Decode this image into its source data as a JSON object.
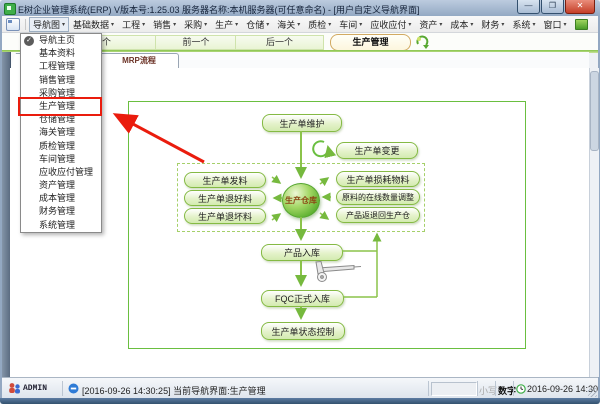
{
  "window": {
    "title": "E树企业管理系统(ERP) V版本号:1.25.03 服务器名称:本机服务器(可任意命名) - [用户自定义导航界面]"
  },
  "icons": {
    "caret": "▾",
    "check": "✓",
    "minimize": "—",
    "maximize": "❐",
    "close": "✕"
  },
  "menu_bar": {
    "items": [
      "导航图",
      "基础数据",
      "工程",
      "销售",
      "采购",
      "生产",
      "仓储",
      "海关",
      "质检",
      "车间",
      "应收应付",
      "资产",
      "成本",
      "财务",
      "系统",
      "窗口"
    ]
  },
  "dropdown": {
    "items": [
      "导航主页",
      "基本资料",
      "工程管理",
      "销售管理",
      "采购管理",
      "生产管理",
      "仓储管理",
      "海关管理",
      "质检管理",
      "车间管理",
      "应收应付管理",
      "资产管理",
      "成本管理",
      "财务管理",
      "系统管理"
    ],
    "checked_item": "导航主页",
    "highlighted_item": "生产管理"
  },
  "toolbar": {
    "history_nav": "历史后一个",
    "prev": "前一个",
    "next": "后一个",
    "current_nav": "生产管理"
  },
  "tabs": {
    "mrp": "MRP流程"
  },
  "flowchart": {
    "maintain": "生产单维护",
    "change": "生产单变更",
    "issue": "生产单发料",
    "return_good": "生产单退好料",
    "return_bad": "生产单退坏料",
    "warehouse": "生产仓库",
    "loss": "生产单损耗物料",
    "online_adjust": "原料的在线数量调整",
    "product_return": "产品返退回生产仓",
    "product_in": "产品入库",
    "fqc_in": "FQC正式入库",
    "status_control": "生产单状态控制"
  },
  "status_bar": {
    "user": "ADMIN",
    "message": "[2016-09-26 14:30:25] 当前导航界面:生产管理",
    "caps_label": "小写",
    "num_label": "数字",
    "datetime": "2016-09-26 14:30"
  },
  "colors": {
    "accent_green": "#8bc34a",
    "annotation_red": "#ea1c0d",
    "node_border": "#85ba44",
    "tab_text": "#6b3226"
  }
}
